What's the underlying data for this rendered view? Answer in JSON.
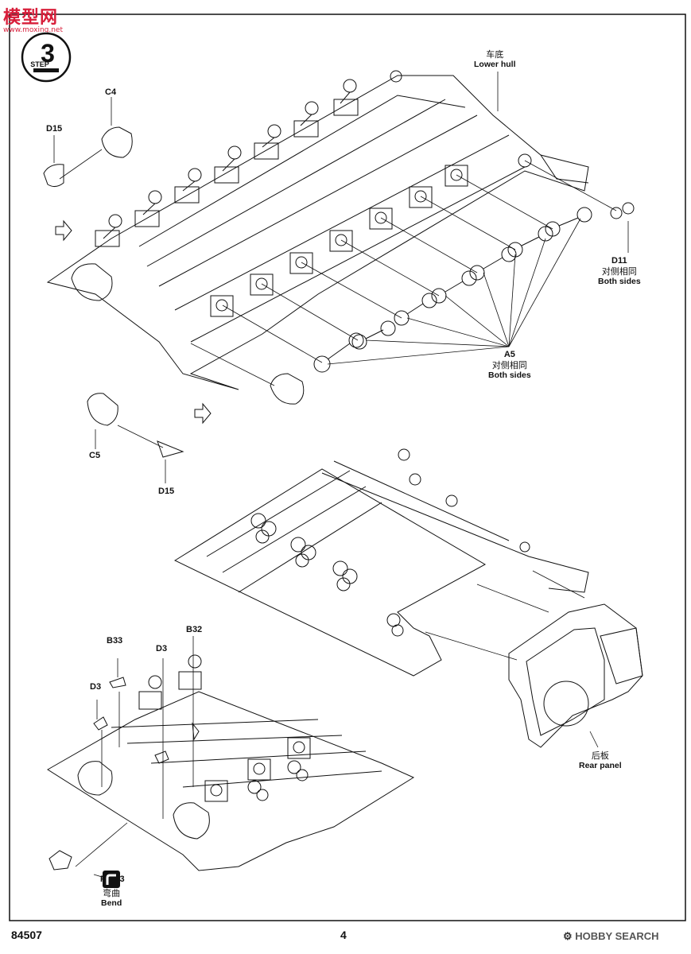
{
  "watermark": {
    "logo_text": "模型网",
    "url": "www.moxing.net"
  },
  "step": {
    "number": "3",
    "label": "STEP"
  },
  "labels": {
    "lower_hull": {
      "zh": "车底",
      "en": "Lower hull"
    },
    "rear_panel": {
      "zh": "后板",
      "en": "Rear panel"
    },
    "d11": {
      "code": "D11",
      "zh": "对侧相同",
      "en": "Both sides"
    },
    "a5": {
      "code": "A5",
      "zh": "对侧相同",
      "en": "Both sides"
    },
    "c4": "C4",
    "d15_top": "D15",
    "c5": "C5",
    "d15_mid": "D15",
    "b33": "B33",
    "d3_a": "D3",
    "b32": "B32",
    "d3_b": "D3",
    "pe13": "PE-13",
    "bend": {
      "zh": "弯曲",
      "en": "Bend"
    }
  },
  "footer": {
    "kit_number": "84507",
    "page_number": "4",
    "source": "HOBBY SEARCH"
  },
  "colors": {
    "line": "#111111",
    "watermark": "#d81e3a"
  }
}
